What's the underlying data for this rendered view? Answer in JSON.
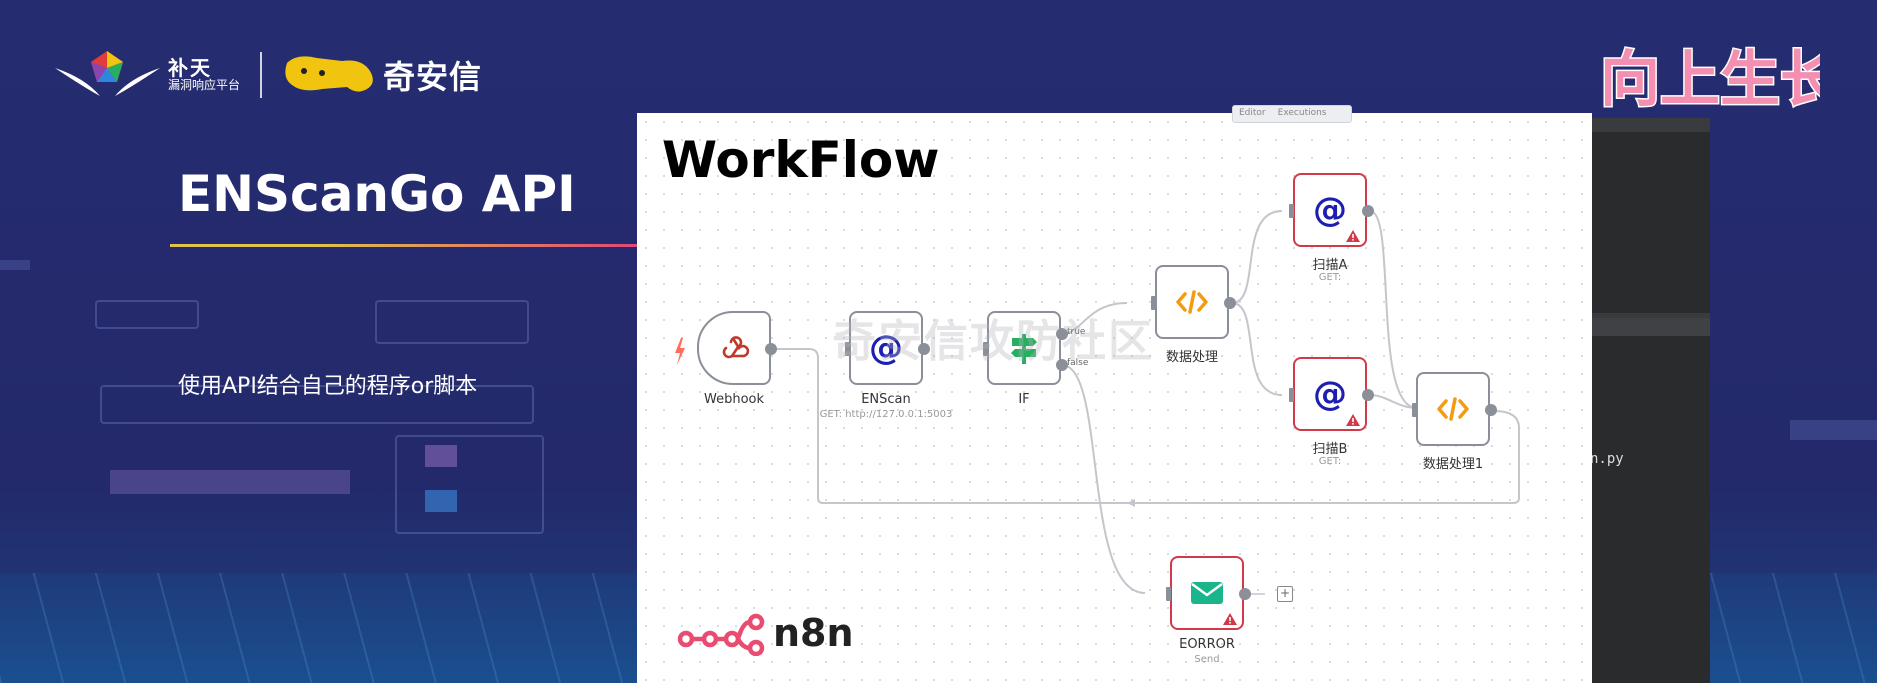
{
  "logos": {
    "butian_line1": "补天",
    "butian_line2": "漏洞响应平台",
    "qianxin": "奇安信",
    "badge": "向上生长"
  },
  "slide": {
    "title": "ENScanGo API",
    "subtitle": "使用API结合自己的程序or脚本"
  },
  "editor": {
    "tab_editor": "Editor",
    "tab_executions": "Executions",
    "code_snippet": "n.py"
  },
  "workflow": {
    "title": "WorkFlow",
    "watermark": "奇安信攻防社区",
    "brand": "n8n",
    "nodes": {
      "webhook": {
        "label": "Webhook",
        "icon": "webhook-icon"
      },
      "enscan": {
        "label": "ENScan",
        "sub": "GET: http://127.0.0.1:5003",
        "icon": "at-icon"
      },
      "if": {
        "label": "IF",
        "true_label": "true",
        "false_label": "false",
        "icon": "signpost-icon"
      },
      "process": {
        "label": "数据处理",
        "icon": "code-icon"
      },
      "scan_a": {
        "label": "扫描A",
        "sub": "GET:",
        "icon": "at-icon"
      },
      "scan_b": {
        "label": "扫描B",
        "sub": "GET:",
        "icon": "at-icon"
      },
      "process1": {
        "label": "数据处理1",
        "icon": "code-icon"
      },
      "error": {
        "label": "EORROR",
        "sub": "Send",
        "icon": "email-icon"
      }
    },
    "plus": "+"
  },
  "colors": {
    "background": "#232a6b",
    "accent_gold": "#e0c34a",
    "accent_pink": "#e0457a",
    "node_error": "#d23a4a",
    "http_blue": "#1d1fb0",
    "code_orange": "#f39c12",
    "email_green": "#1ab58a",
    "n8n_pink": "#ea4b71"
  }
}
